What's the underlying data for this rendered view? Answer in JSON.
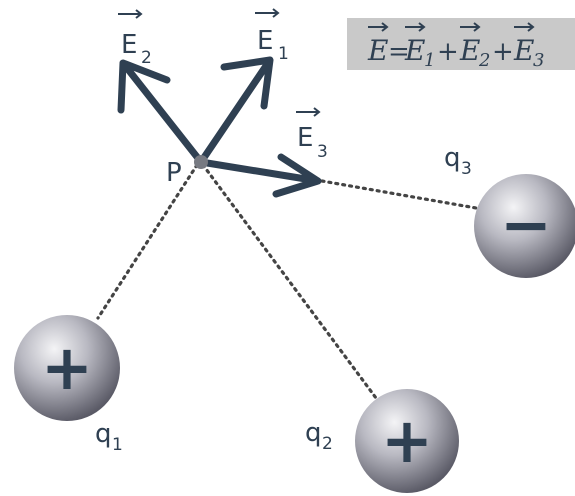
{
  "equation": {
    "lhs": "E",
    "equals": "=",
    "terms": [
      {
        "symbol": "E",
        "subscript": "1"
      },
      {
        "symbol": "E",
        "subscript": "2"
      },
      {
        "symbol": "E",
        "subscript": "3"
      }
    ],
    "plus": "+"
  },
  "point": {
    "label": "P"
  },
  "vectors": [
    {
      "symbol": "E",
      "subscript": "1"
    },
    {
      "symbol": "E",
      "subscript": "2"
    },
    {
      "symbol": "E",
      "subscript": "3"
    }
  ],
  "charges": [
    {
      "name": "q",
      "subscript": "1",
      "sign": "+"
    },
    {
      "name": "q",
      "subscript": "2",
      "sign": "+"
    },
    {
      "name": "q",
      "subscript": "3",
      "sign": "−"
    }
  ],
  "colors": {
    "ink": "#2f4052",
    "equation_box": "#c9c9c9",
    "sphere_light": "#f4f4f6",
    "sphere_dark": "#5a5a66",
    "dots": "#444444"
  }
}
